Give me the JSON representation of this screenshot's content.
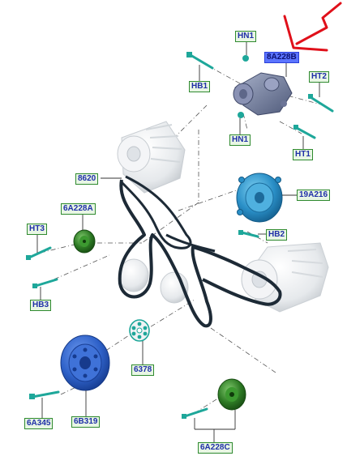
{
  "labels": {
    "hn1_top": "HN1",
    "part_8a228b": "8A228B",
    "hb1": "HB1",
    "ht2": "HT2",
    "hn1_bottom": "HN1",
    "ht1": "HT1",
    "belt_8620": "8620",
    "pump_19a216": "19A216",
    "idler_6a228a": "6A228A",
    "ht3": "HT3",
    "hb2": "HB2",
    "hb3": "HB3",
    "plate_6378": "6378",
    "bolt_6a345": "6A345",
    "pulley_6b319": "6B319",
    "idler_6a228c": "6A228C"
  },
  "colors": {
    "part_blue": "#2f62c9",
    "pump_blue": "#2a8fc7",
    "idler_green": "#2d7a24",
    "bolt_teal": "#1ea79a",
    "belt": "#1d2a36",
    "label_border": "#2f8a2f",
    "label_text": "#1f2fa8",
    "highlight": "#5b74ff",
    "arrow": "#e0101a"
  },
  "icons": {
    "arrow": "red-arrow-icon"
  }
}
